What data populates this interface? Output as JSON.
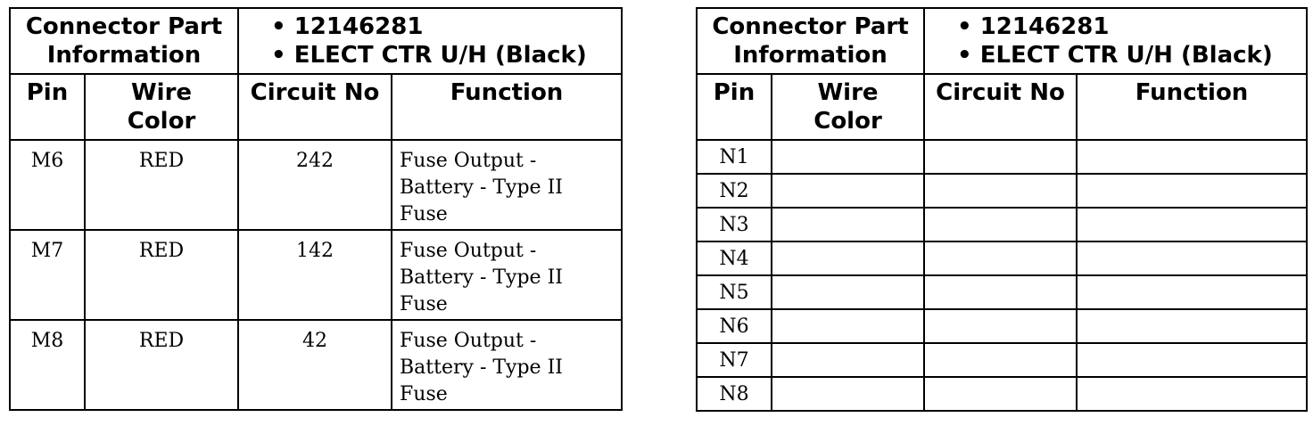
{
  "left_table": {
    "info_label_line1": "Connector Part",
    "info_label_line2": "Information",
    "part_number": "12146281",
    "part_name": "ELECT CTR U/H (Black)",
    "columns": [
      "Pin",
      "Wire",
      "Color",
      "Circuit No",
      "Function"
    ],
    "rows": [
      {
        "pin": "M6",
        "wire_color": "RED",
        "circuit": "242",
        "function_lines": [
          "Fuse Output -",
          "Battery - Type II",
          "Fuse"
        ]
      },
      {
        "pin": "M7",
        "wire_color": "RED",
        "circuit": "142",
        "function_lines": [
          "Fuse Output -",
          "Battery - Type II",
          "Fuse"
        ]
      },
      {
        "pin": "M8",
        "wire_color": "RED",
        "circuit": "42",
        "function_lines": [
          "Fuse Output -",
          "Battery - Type II",
          "Fuse"
        ]
      }
    ]
  },
  "right_table": {
    "info_label_line1": "Connector Part",
    "info_label_line2": "Information",
    "part_number": "12146281",
    "part_name": "ELECT CTR U/H (Black)",
    "columns": [
      "Pin",
      "Wire",
      "Color",
      "Circuit No",
      "Function"
    ],
    "rows": [
      {
        "pin": "N1"
      },
      {
        "pin": "N2"
      },
      {
        "pin": "N3"
      },
      {
        "pin": "N4"
      },
      {
        "pin": "N5"
      },
      {
        "pin": "N6"
      },
      {
        "pin": "N7"
      },
      {
        "pin": "N8"
      }
    ]
  }
}
